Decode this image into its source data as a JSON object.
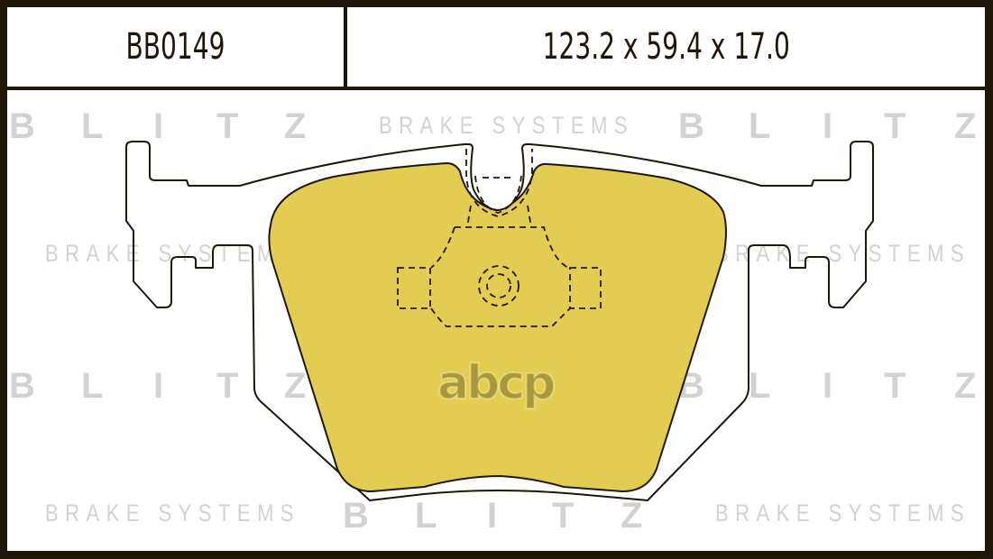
{
  "header": {
    "part_number": "BB0149",
    "dimensions": "123.2 x 59.4 x 17.0"
  },
  "watermarks": {
    "brand_letters": [
      "B",
      "L",
      "I",
      "T",
      "Z"
    ],
    "brand": "BLITZ",
    "tagline": "BRAKE SYSTEMS",
    "overlay_logo": "abcp"
  },
  "drawing": {
    "subject": "brake-pad-outline",
    "friction_color": "#e2cc52",
    "outline_color": "#1e1608",
    "backing_color": "#ffffff",
    "watermark_color": "#d2d2d2"
  }
}
